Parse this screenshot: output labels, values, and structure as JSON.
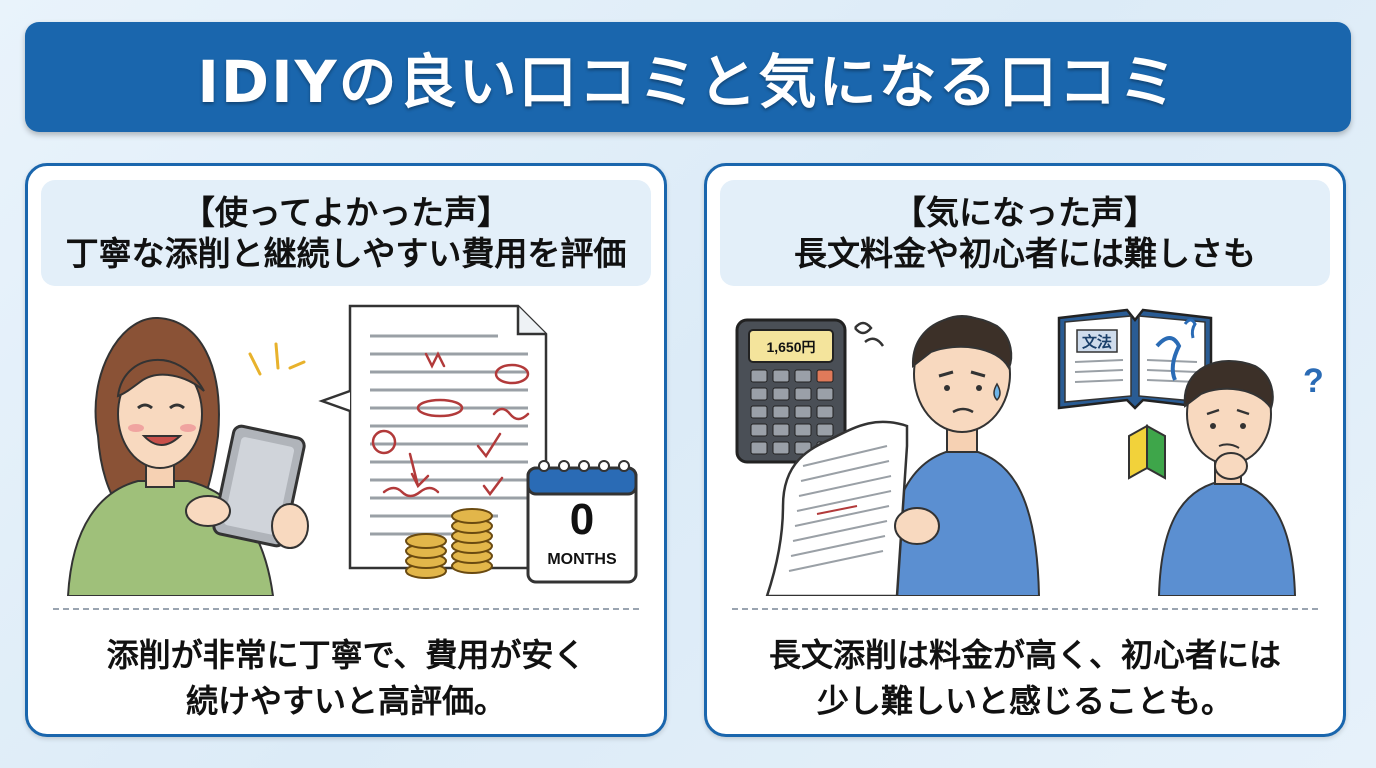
{
  "title": "IDIYの良い口コミと気になる口コミ",
  "left_panel": {
    "tag": "【使ってよかった声】",
    "subtitle": "丁寧な添削と継続しやすい費用を評価",
    "calendar_value": "0",
    "calendar_unit": "MONTHS",
    "summary_line1": "添削が非常に丁寧で、費用が安く",
    "summary_line2": "続けやすいと高評価。"
  },
  "right_panel": {
    "tag": "【気になった声】",
    "subtitle": "長文料金や初心者には難しさも",
    "calculator_display": "1,650円",
    "book_label": "文法",
    "summary_line1": "長文添削は料金が高く、初心者には",
    "summary_line2": "少し難しいと感じることも。"
  },
  "colors": {
    "banner": "#1a66ad",
    "panel_border": "#1a66ad",
    "panel_head_bg": "#e3eff9",
    "correction_red": "#b23a3a",
    "coin_gold": "#e2b64a"
  },
  "icons": {
    "left": [
      "woman-with-tablet-icon",
      "corrected-document-icon",
      "coin-stack-icon",
      "calendar-icon"
    ],
    "right": [
      "calculator-icon",
      "man-reading-receipt-icon",
      "grammar-book-icon",
      "beginner-mark-icon",
      "confused-man-icon"
    ]
  }
}
